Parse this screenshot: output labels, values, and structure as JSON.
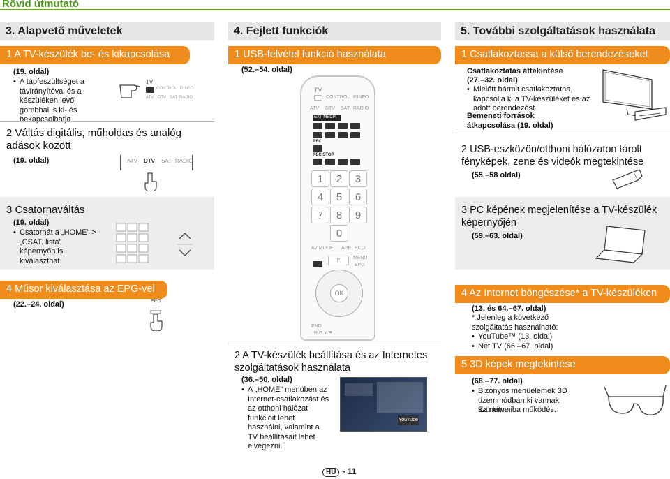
{
  "page_title": "Rövid útmutató",
  "columns": {
    "c1": "3. Alapvető műveletek",
    "c2": "4. Fejlett funkciók",
    "c3": "5. További szolgáltatások használata"
  },
  "col1": {
    "s1_title": "1  A TV-készülék be- és kikapcsolása",
    "s1_ref": "(19. oldal)",
    "s1_bullet": "A tápfeszültséget a távirányítóval és a készüléken levő gombbal is ki- és bekapcsolhatja.",
    "s2_title": "2  Váltás digitális, műholdas és analóg adások között",
    "s2_ref": "(19. oldal)",
    "s3_title": "3  Csatornaváltás",
    "s3_ref": "(19. oldal)",
    "s3_bullet": "Csatornát a „HOME” > „CSAT. lista” képernyőn is kiválaszthat.",
    "s4_title": "4  Műsor kiválasztása az EPG-vel",
    "s4_ref": "(22.–24. oldal)"
  },
  "col2": {
    "s1_title": "1  USB-felvétel funkció használata",
    "s1_ref": "(52.–54. oldal)",
    "s2_title": "2  A TV-készülék beállítása és az Internetes szolgáltatások használata",
    "s2_ref": "(36.–50. oldal)",
    "s2_bullet": "A „HOME” menüben az Internet-csatlakozást és az otthoni hálózat funkcióit lehet használni, valamint a TV beállításait lehet elvégezni."
  },
  "col3": {
    "s1_title": "1  Csatlakoztassa a külső berendezéseket",
    "s1_sub": "Csatlakoztatás áttekintése",
    "s1_ref": "(27.–32. oldal)",
    "s1_bullet": "Mielőtt bármit csatlakoztatna, kapcsolja ki a TV-készüléket és az adott berendezést.",
    "s1_sub2": "Bemeneti források átkapcsolása (19. oldal)",
    "s2_title": "2  USB-eszközön/otthoni hálózaton tárolt fényképek, zene és videók megtekintése",
    "s2_ref": "(55.–58 oldal)",
    "s3_title": "3  PC képének megjelenítése a TV-készülék képernyőjén",
    "s3_ref": "(59.–63. oldal)",
    "s4_title": "4  Az Internet böngészése* a TV-készüléken",
    "s4_ref": "(13. és 64.–67. oldal)",
    "s4_note": "* Jelenleg a következő szolgáltatás használható:",
    "s4_bullet1": "YouTube™ (13. oldal)",
    "s4_bullet2": "Net TV (66.–67. oldal)",
    "s5_title": "5  3D képek megtekintése",
    "s5_ref": "(68.–77. oldal)",
    "s5_bullet1": "Bizonyos menüelemek 3D üzemmódban ki vannak szürkítve.",
    "s5_bullet2": "Ez nem hiba működés."
  },
  "remote_labels": {
    "tv": "TV",
    "control": "CONTROL",
    "pinfo": "P.INFO",
    "atv": "ATV",
    "dtv": "DTV",
    "sat": "SAT",
    "radio": "RADIO",
    "ext_media": "EXT MEDIA",
    "rec": "REC",
    "rec_stop": "REC STOP",
    "av_mode": "AV MODE",
    "app": "APP",
    "eco": "ECO",
    "menu": "MENU",
    "epg": "EPG",
    "ok": "OK",
    "end": "END",
    "rgby": "R  G  Y  B",
    "keys": [
      "1",
      "2",
      "3",
      "4",
      "5",
      "6",
      "7",
      "8",
      "9",
      "0"
    ],
    "p": "P"
  },
  "button_panel_small": {
    "tv": "TV",
    "control": "CONTROL",
    "pinfo": "P.INFO",
    "atv": "ATV",
    "dtv": "DTV",
    "sat": "SAT",
    "radio": "RADIO"
  },
  "epg_label": "EPG",
  "home_screen_label": "YouTube",
  "footer": {
    "lang": "HU",
    "page": "- 11"
  },
  "colors": {
    "accent_orange": "#f08c1c",
    "title_green": "#4a9a18",
    "header_grey": "#e6e6e6"
  }
}
